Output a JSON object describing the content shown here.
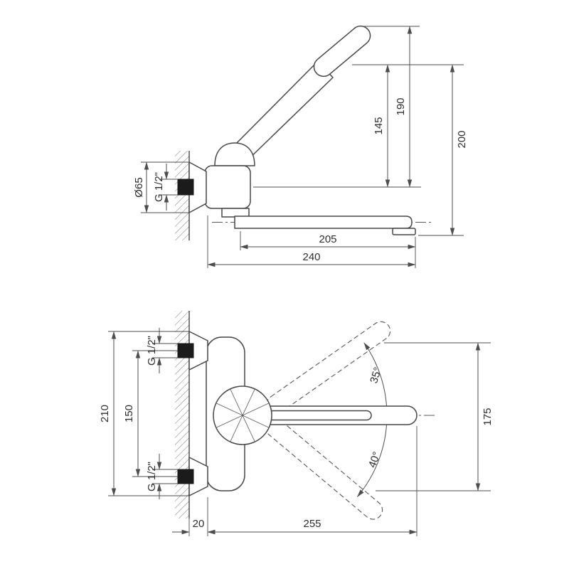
{
  "palette": {
    "line": "#4d4d4d",
    "body_fill": "#ffffff",
    "fitting_fill": "#1b1b1b",
    "background": "#ffffff"
  },
  "side_view": {
    "dims": {
      "flange_diameter": "Ø65",
      "inlet_thread": "G 1/2\"",
      "lever_height_min": "145",
      "lever_height_max": "190",
      "total_height": "200",
      "spout_length": "205",
      "total_depth": "240"
    }
  },
  "plan_view": {
    "dims": {
      "inlet_thread_top": "G 1/2\"",
      "inlet_thread_bottom": "G 1/2\"",
      "flange_span": "210",
      "inlet_spacing": "150",
      "swing_width": "175",
      "swing_angle_up": "35°",
      "swing_angle_down": "40°",
      "wall_offset": "20",
      "spout_reach": "255"
    }
  }
}
